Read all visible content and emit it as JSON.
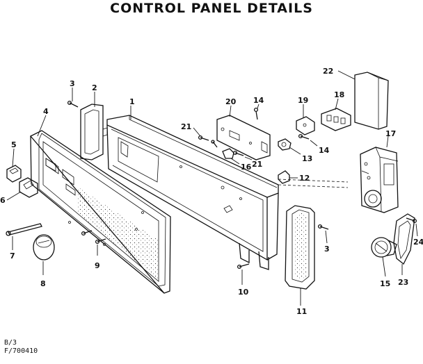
{
  "title": "CONTROL PANEL DETAILS",
  "footer": {
    "line1": "B/3",
    "line2": "F/700410"
  },
  "parts": [
    {
      "label": "1"
    },
    {
      "label": "2"
    },
    {
      "label": "3"
    },
    {
      "label": "3"
    },
    {
      "label": "4"
    },
    {
      "label": "5"
    },
    {
      "label": "6"
    },
    {
      "label": "7"
    },
    {
      "label": "8"
    },
    {
      "label": "9"
    },
    {
      "label": "10"
    },
    {
      "label": "11"
    },
    {
      "label": "12"
    },
    {
      "label": "13"
    },
    {
      "label": "14"
    },
    {
      "label": "14"
    },
    {
      "label": "15"
    },
    {
      "label": "16"
    },
    {
      "label": "17"
    },
    {
      "label": "18"
    },
    {
      "label": "19"
    },
    {
      "label": "20"
    },
    {
      "label": "21"
    },
    {
      "label": "21"
    },
    {
      "label": "22"
    },
    {
      "label": "23"
    },
    {
      "label": "24"
    }
  ]
}
